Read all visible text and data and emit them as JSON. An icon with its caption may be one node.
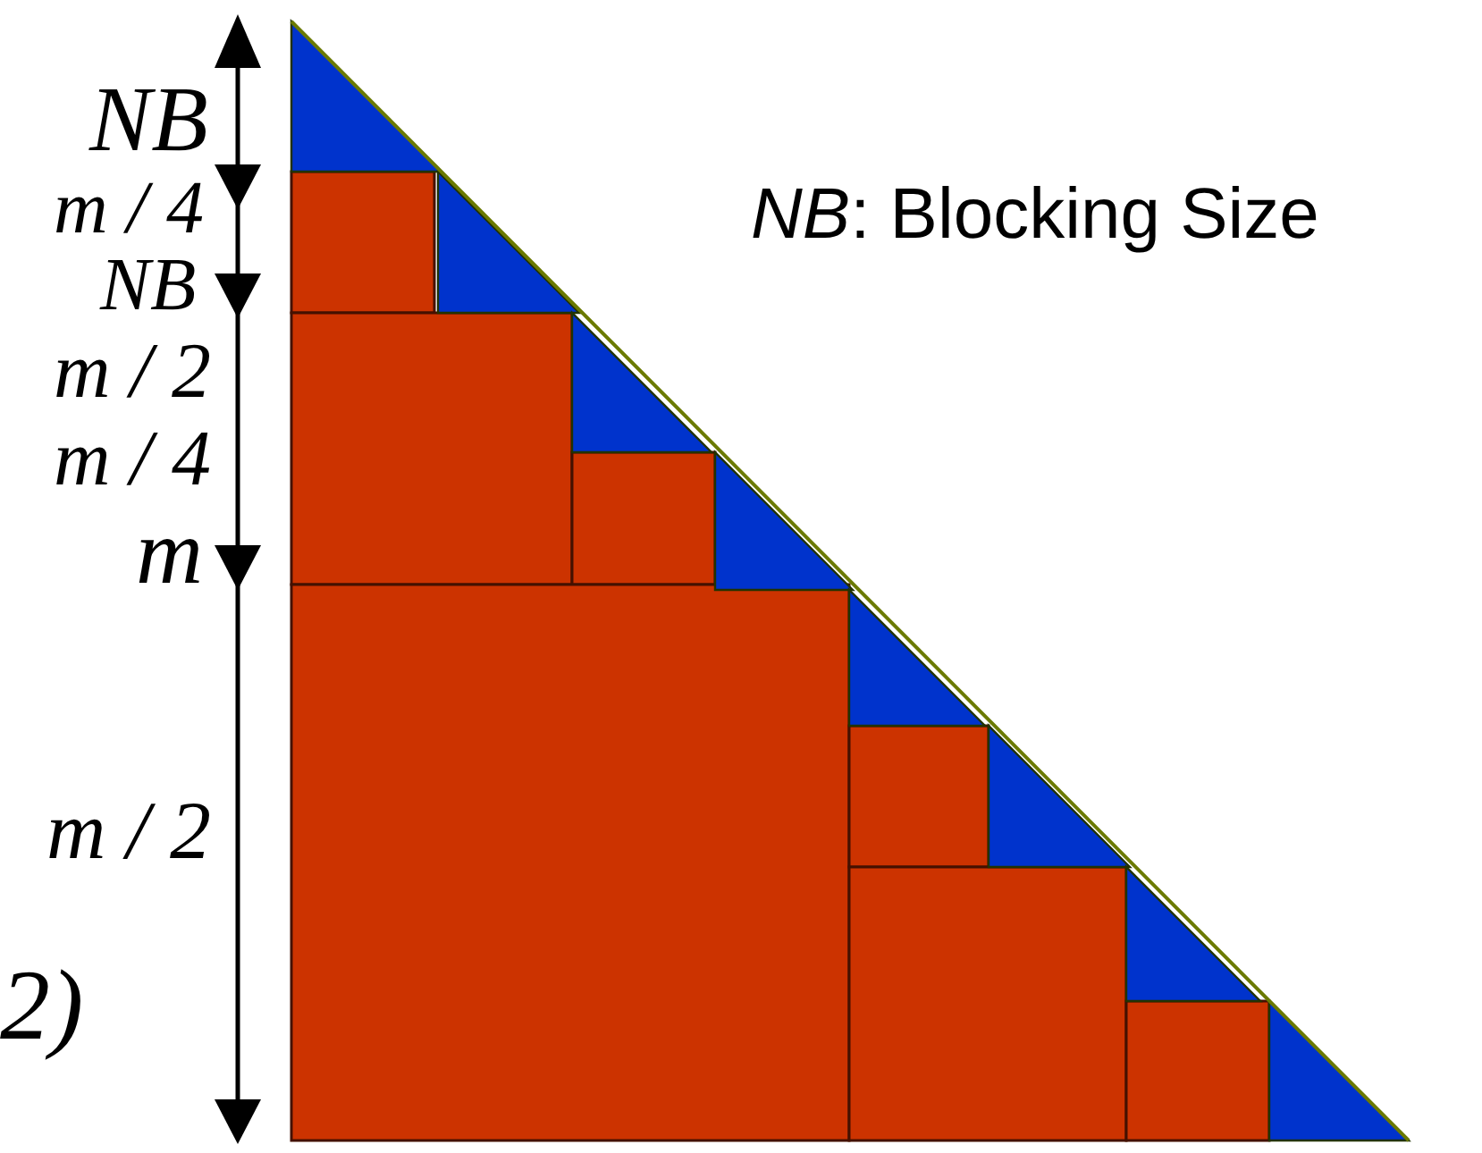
{
  "diagram": {
    "labels": [
      "NB",
      "m / 4",
      "NB",
      "m / 2",
      "m / 4",
      "m",
      "m / 2",
      "2)",
      "*NB*: Blocking Size"
    ]
  }
}
